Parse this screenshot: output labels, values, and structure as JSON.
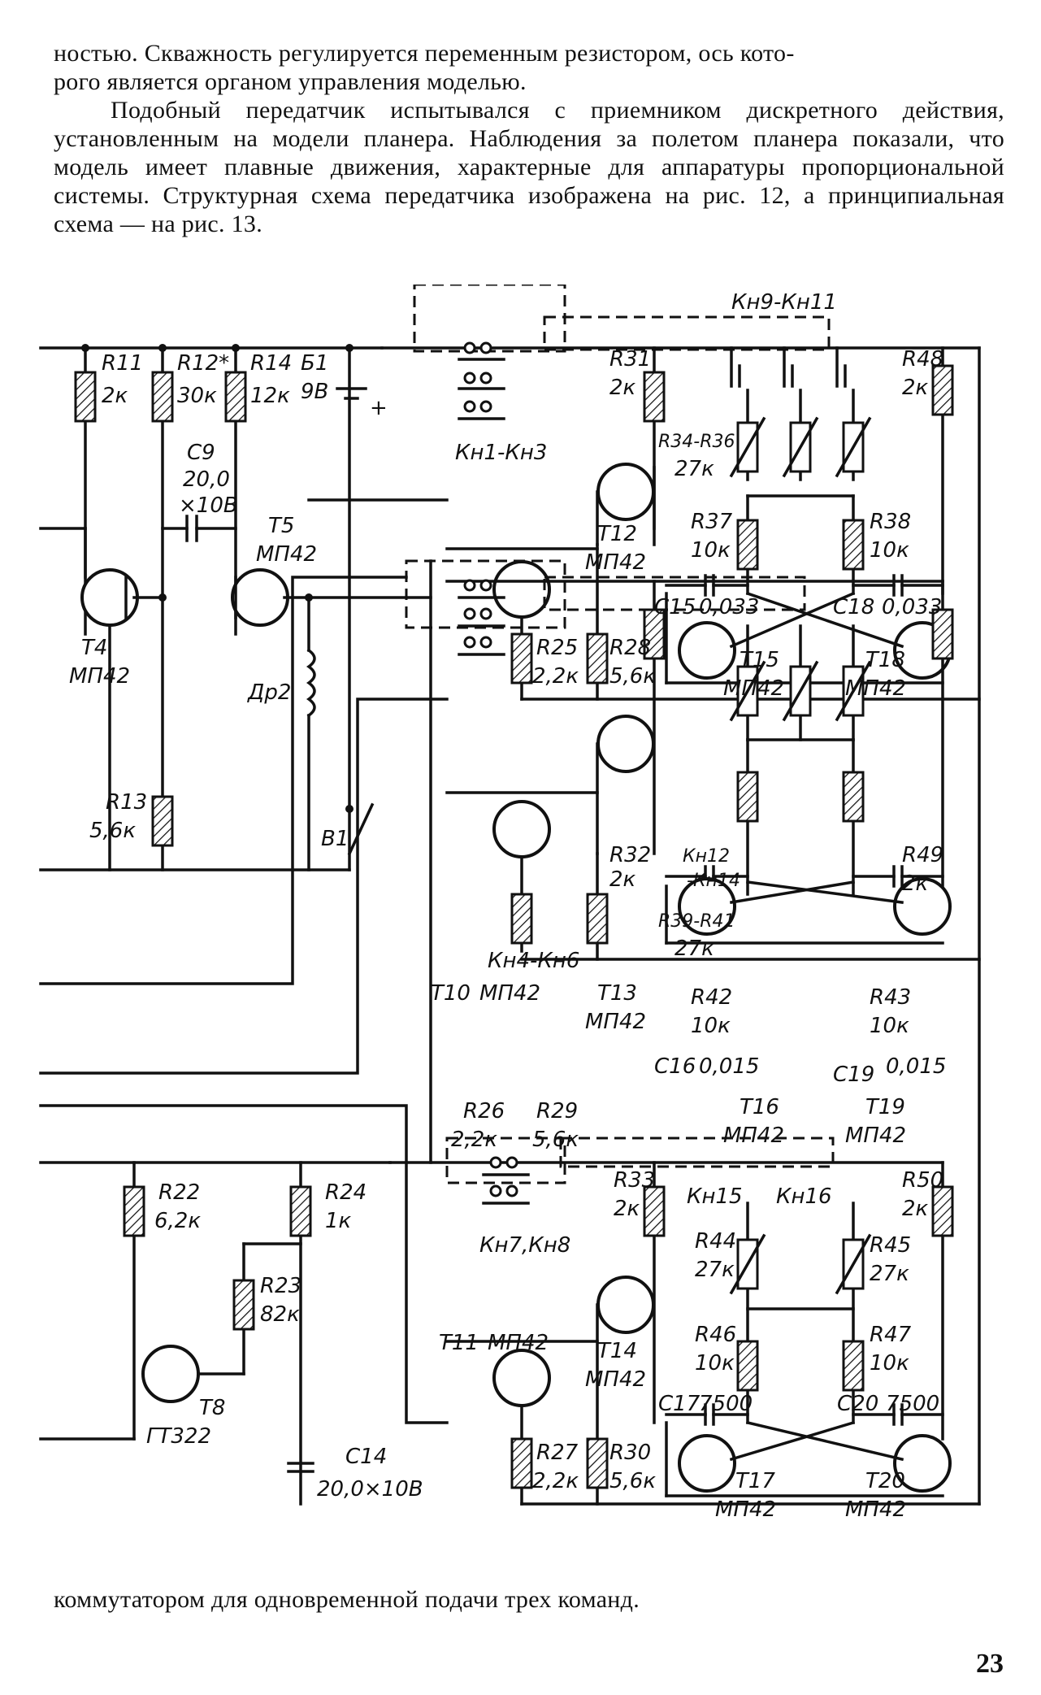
{
  "text": {
    "top_line1": "ностью. Скважность регулируется переменным резистором, ось кото-",
    "top_line2": "рого является органом управления моделью.",
    "para2": "Подобный передатчик испытывался с приемником дискретного действия, установленным на модели планера. Наблюдения за полетом планера показали, что модель имеет плавные движения, характерные для аппаратуры пропорциональной системы. Структурная схема передатчика изображена на рис. 12, а принципиальная схема — на рис. 13.",
    "bottom": "коммутатором для одновременной подачи трех команд.",
    "page_number": "23"
  },
  "schematic": {
    "labels": {
      "R11": "R11",
      "R11v": "2к",
      "R12": "R12*",
      "R12v": "30к",
      "R14": "R14",
      "R14v": "12к",
      "B1": "Б1",
      "B1v": "9В",
      "plus": "+",
      "C9": "С9",
      "C9v1": "20,0",
      "C9v2": "×10В",
      "T5": "Т5",
      "T5v": "МП42",
      "T4": "Т4",
      "T4v": "МП42",
      "R13": "R13",
      "R13v": "5,6к",
      "Dr2": "Др2",
      "V1": "В1",
      "Kn1": "Кн1-Кн3",
      "Kn9": "Кн9-Кн11",
      "R31": "R31",
      "R31v": "2к",
      "R34": "R34-R36",
      "R34v": "27к",
      "R48": "R48",
      "R48v": "2к",
      "T12": "Т12",
      "T12v": "МП42",
      "R37": "R37",
      "R37v": "10к",
      "R38": "R38",
      "R38v": "10к",
      "C15": "С15",
      "C15v": "0,033",
      "C18": "С18",
      "C18v": "0,033",
      "R25": "R25",
      "R25v": "2,2к",
      "R28": "R28",
      "R28v": "5,6к",
      "T15": "Т15",
      "T15v": "МП42",
      "T18": "Т18",
      "T18v": "МП42",
      "R32": "R32",
      "R32v": "2к",
      "Kn12": "Кн12",
      "Kn12b": "-Кн14",
      "R49": "R49",
      "R49v": "2к",
      "R39": "R39-R41",
      "R39v": "27к",
      "Kn4": "Кн4-Кн6",
      "T13": "Т13",
      "T13v": "МП42",
      "T10": "Т10",
      "T10v": "МП42",
      "R42": "R42",
      "R42v": "10к",
      "R43": "R43",
      "R43v": "10к",
      "C16": "С16",
      "C16v": "0,015",
      "C19": "С19",
      "C19v": "0,015",
      "R26": "R26",
      "R26v": "2,2к",
      "R29": "R29",
      "R29v": "5,6к",
      "T16": "Т16",
      "T16v": "МП42",
      "T19": "Т19",
      "T19v": "МП42",
      "R22": "R22",
      "R22v": "6,2к",
      "R24": "R24",
      "R24v": "1к",
      "R33": "R33",
      "R33v": "2к",
      "Kn15": "Кн15",
      "Kn16": "Кн16",
      "R50": "R50",
      "R50v": "2к",
      "Kn7": "Кн7,Кн8",
      "R44": "R44",
      "R44v": "27к",
      "R45": "R45",
      "R45v": "27к",
      "R23": "R23",
      "R23v": "82к",
      "R46": "R46",
      "R46v": "10к",
      "R47": "R47",
      "R47v": "10к",
      "T14": "Т14",
      "T14v": "МП42",
      "T11": "Т11",
      "T11v": "МП42",
      "T8": "Т8",
      "T8v": "ГТ322",
      "C17": "С17",
      "C17v": "7500",
      "C20": "С20",
      "C20v": "7500",
      "C14": "С14",
      "C14v": "20,0×10В",
      "R27": "R27",
      "R27v": "2,2к",
      "R30": "R30",
      "R30v": "5,6к",
      "T17": "Т17",
      "T17v": "МП42",
      "T20": "Т20",
      "T20v": "МП42"
    }
  }
}
